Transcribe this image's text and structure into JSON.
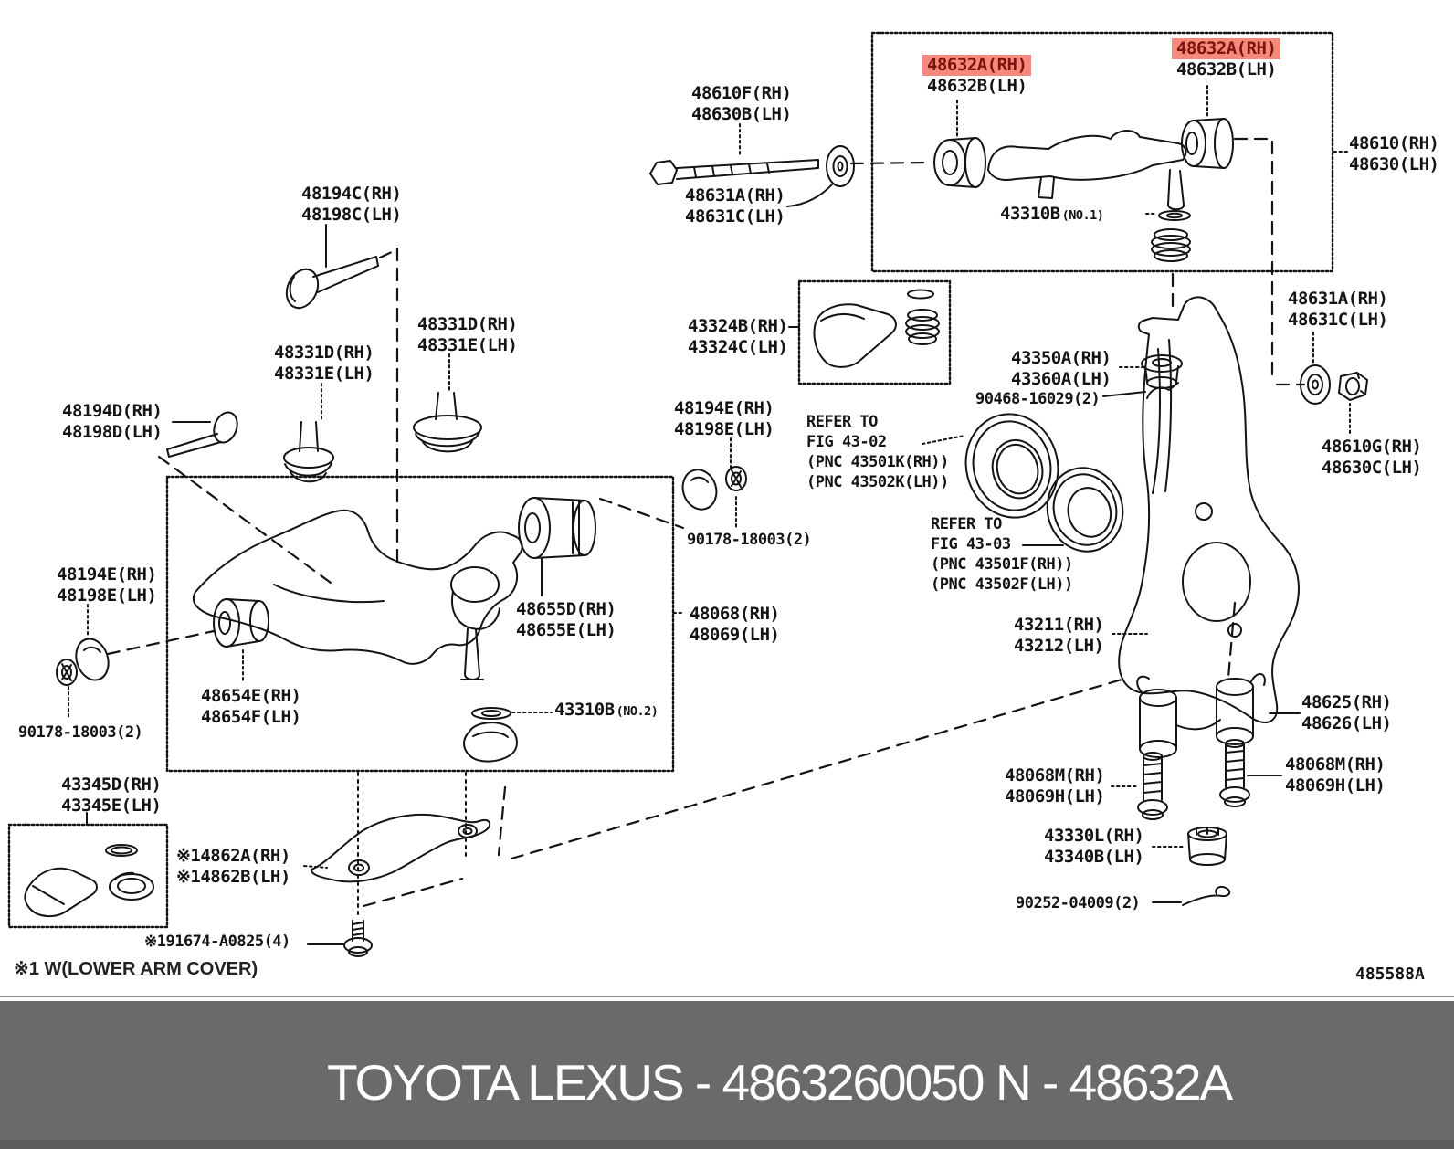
{
  "diagram": {
    "labels": [
      {
        "id": "48632a-rh-1",
        "lines": [
          "48632A(RH)",
          "48632B(LH)"
        ],
        "highlight": true
      },
      {
        "id": "48632a-rh-2",
        "lines": [
          "48632A(RH)",
          "48632B(LH)"
        ],
        "highlight": true
      },
      {
        "id": "48610f",
        "lines": [
          "48610F(RH)",
          "48630B(LH)"
        ]
      },
      {
        "id": "48631a-1",
        "lines": [
          "48631A(RH)",
          "48631C(LH)"
        ]
      },
      {
        "id": "43310b-no1",
        "lines": [
          "43310B"
        ],
        "suffix": "(NO.1)"
      },
      {
        "id": "48610",
        "lines": [
          "48610(RH)",
          "48630(LH)"
        ]
      },
      {
        "id": "48631a-2",
        "lines": [
          "48631A(RH)",
          "48631C(LH)"
        ]
      },
      {
        "id": "48610g",
        "lines": [
          "48610G(RH)",
          "48630C(LH)"
        ]
      },
      {
        "id": "48194c",
        "lines": [
          "48194C(RH)",
          "48198C(LH)"
        ]
      },
      {
        "id": "48331d-1",
        "lines": [
          "48331D(RH)",
          "48331E(LH)"
        ]
      },
      {
        "id": "48331d-2",
        "lines": [
          "48331D(RH)",
          "48331E(LH)"
        ]
      },
      {
        "id": "48194d",
        "lines": [
          "48194D(RH)",
          "48198D(LH)"
        ]
      },
      {
        "id": "48194e-1",
        "lines": [
          "48194E(RH)",
          "48198E(LH)"
        ]
      },
      {
        "id": "90178-1",
        "lines": [
          "90178-18003(2)"
        ]
      },
      {
        "id": "48654e",
        "lines": [
          "48654E(RH)",
          "48654F(LH)"
        ]
      },
      {
        "id": "48655d",
        "lines": [
          "48655D(RH)",
          "48655E(LH)"
        ]
      },
      {
        "id": "48068",
        "lines": [
          "48068(RH)",
          "48069(LH)"
        ]
      },
      {
        "id": "43310b-no2",
        "lines": [
          "43310B"
        ],
        "suffix": "(NO.2)"
      },
      {
        "id": "48194e-2",
        "lines": [
          "48194E(RH)",
          "48198E(LH)"
        ]
      },
      {
        "id": "90178-2",
        "lines": [
          "90178-18003(2)"
        ]
      },
      {
        "id": "43324b",
        "lines": [
          "43324B(RH)",
          "43324C(LH)"
        ]
      },
      {
        "id": "43350a",
        "lines": [
          "43350A(RH)",
          "43360A(LH)"
        ]
      },
      {
        "id": "90468",
        "lines": [
          "90468-16029(2)"
        ]
      },
      {
        "id": "refer-fig-43-02",
        "lines": [
          "REFER TO",
          "FIG 43-02",
          "(PNC 43501K(RH))",
          "(PNC 43502K(LH))"
        ]
      },
      {
        "id": "refer-fig-43-03",
        "lines": [
          "REFER TO",
          "FIG 43-03",
          "(PNC 43501F(RH))",
          "(PNC 43502F(LH))"
        ]
      },
      {
        "id": "43211",
        "lines": [
          "43211(RH)",
          "43212(LH)"
        ]
      },
      {
        "id": "48625",
        "lines": [
          "48625(RH)",
          "48626(LH)"
        ]
      },
      {
        "id": "48068m-1",
        "lines": [
          "48068M(RH)",
          "48069H(LH)"
        ]
      },
      {
        "id": "48068m-2",
        "lines": [
          "48068M(RH)",
          "48069H(LH)"
        ]
      },
      {
        "id": "43330l",
        "lines": [
          "43330L(RH)",
          "43340B(LH)"
        ]
      },
      {
        "id": "90252",
        "lines": [
          "90252-04009(2)"
        ]
      },
      {
        "id": "43345d",
        "lines": [
          "43345D(RH)",
          "43345E(LH)"
        ]
      },
      {
        "id": "14862",
        "lines": [
          "※14862A(RH)",
          "※14862B(LH)"
        ]
      },
      {
        "id": "191674",
        "lines": [
          "※191674-A0825(4)"
        ]
      }
    ],
    "footnote": "※1 W(LOWER ARM COVER)",
    "figure_code": "485588A",
    "colors": {
      "highlight_bg": "#f5897d",
      "highlight_text": "#7c130c",
      "line": "#141414"
    }
  },
  "banner": {
    "left_text": "TOYOTA LEXUS - 4863260050",
    "right_text": "N - 48632A",
    "bg": "#6a6a6a",
    "fg": "#ffffff"
  }
}
